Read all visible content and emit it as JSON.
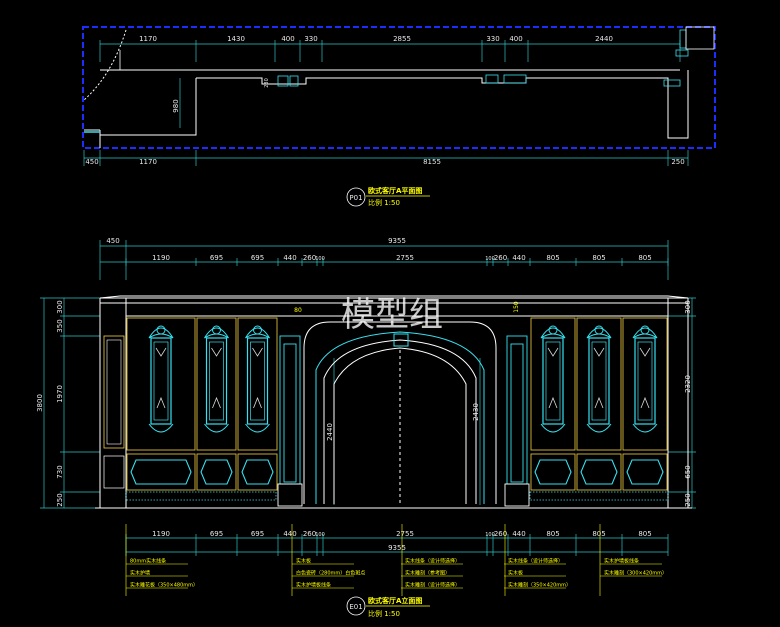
{
  "colors": {
    "background": "#000000",
    "dimension_line": "#2ec4c4",
    "wall_line": "#ffffff",
    "frame_blue": "#1e2dff",
    "ornament_cyan": "#36e0f0",
    "panel_yellow": "#d8b83a",
    "text_yellow": "#ffff00"
  },
  "plan": {
    "top_dims": [
      "1170",
      "1430",
      "400",
      "330",
      "2855",
      "330",
      "400",
      "2440"
    ],
    "bottom_dims": [
      "450",
      "1170",
      "8155",
      "250"
    ],
    "left_dim": "980",
    "small_dim": "230",
    "title_tag": "P01",
    "title": "欧式客厅A平面图",
    "scale": "比例 1:50"
  },
  "elevation": {
    "overall_width": "9355",
    "first_dim": "450",
    "top_dims": [
      "1190",
      "695",
      "695",
      "440",
      "260",
      "100",
      "2755",
      "100",
      "260",
      "440",
      "805",
      "805",
      "805"
    ],
    "bottom_dims": [
      "1190",
      "695",
      "695",
      "440",
      "260",
      "100",
      "2755",
      "100",
      "260",
      "440",
      "805",
      "805",
      "805"
    ],
    "left_dims": [
      "300",
      "350",
      "1970",
      "730",
      "250"
    ],
    "left_total": "3800",
    "right_dims": [
      "300",
      "2320",
      "650",
      "250"
    ],
    "inner_dims": [
      "2440",
      "2430"
    ],
    "tag_left": "80",
    "tag_right": "150",
    "title_tag": "E01",
    "title": "欧式客厅A立面图",
    "scale": "比例 1:50"
  },
  "notes": [
    "80mm实木线条",
    "实木护墙",
    "实木雕花板（350×480mm）",
    "实木板",
    "白色瓷砖（280mm）白色斑点",
    "实木护墙板线条",
    "实木线条（设计师选择）",
    "实木雕刻（参考图）",
    "实木雕刻（设计师选择）",
    "实木线条（设计师选择）",
    "实木板",
    "实木雕刻（350×420mm）",
    "实木护墙板线条",
    "实木雕刻（300×420mm）"
  ],
  "watermark": "模型组"
}
